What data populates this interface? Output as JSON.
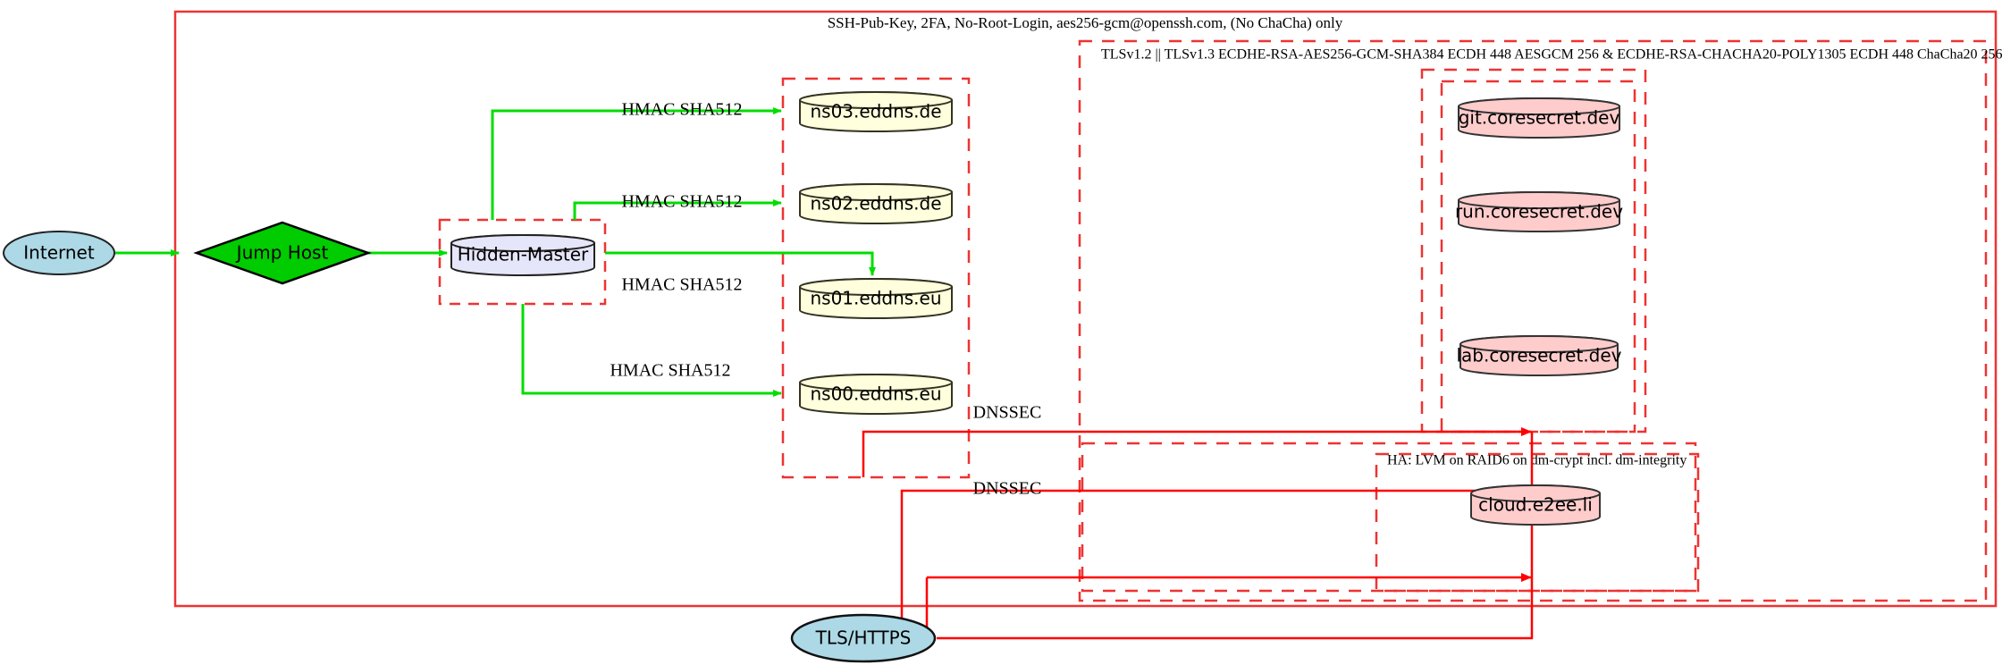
{
  "diagram": {
    "title_labels": {
      "ssh_boundary": "SSH-Pub-Key, 2FA, No-Root-Login, aes256-gcm@openssh.com, (No ChaCha) only",
      "tls_boundary": "TLSv1.2 || TLSv1.3 ECDHE-RSA-AES256-GCM-SHA384 ECDH 448 AESGCM 256 & ECDHE-RSA-CHACHA20-POLY1305 ECDH 448 ChaCha20 256",
      "ha_boundary": "HA: LVM on RAID6 on dm-crypt incl. dm-integrity"
    },
    "nodes": {
      "internet": "Internet",
      "jump_host": "Jump Host",
      "hidden_master": "Hidden-Master",
      "ns03": "ns03.eddns.de",
      "ns02": "ns02.eddns.de",
      "ns01": "ns01.eddns.eu",
      "ns00": "ns00.eddns.eu",
      "git": "git.coresecret.dev",
      "run": "run.coresecret.dev",
      "lab": "lab.coresecret.dev",
      "cloud": "cloud.e2ee.li",
      "tls_https": "TLS/HTTPS"
    },
    "edge_labels": {
      "hmac_ns03": "HMAC SHA512",
      "hmac_ns02": "HMAC SHA512",
      "hmac_ns01": "HMAC SHA512",
      "hmac_ns00": "HMAC SHA512",
      "dnssec_upper": "DNSSEC",
      "dnssec_lower": "DNSSEC"
    },
    "colors": {
      "boundary_red": "#ee3333",
      "edge_green": "#00dd00",
      "edge_red": "#ff0000",
      "ellipse_fill": "#add8e6",
      "diamond_fill": "#00cc00",
      "cylinder_lavender": "#e6e6fa",
      "cylinder_yellow": "#ffffdd",
      "cylinder_pink": "#ffcccc",
      "stroke_black": "#222222"
    }
  }
}
